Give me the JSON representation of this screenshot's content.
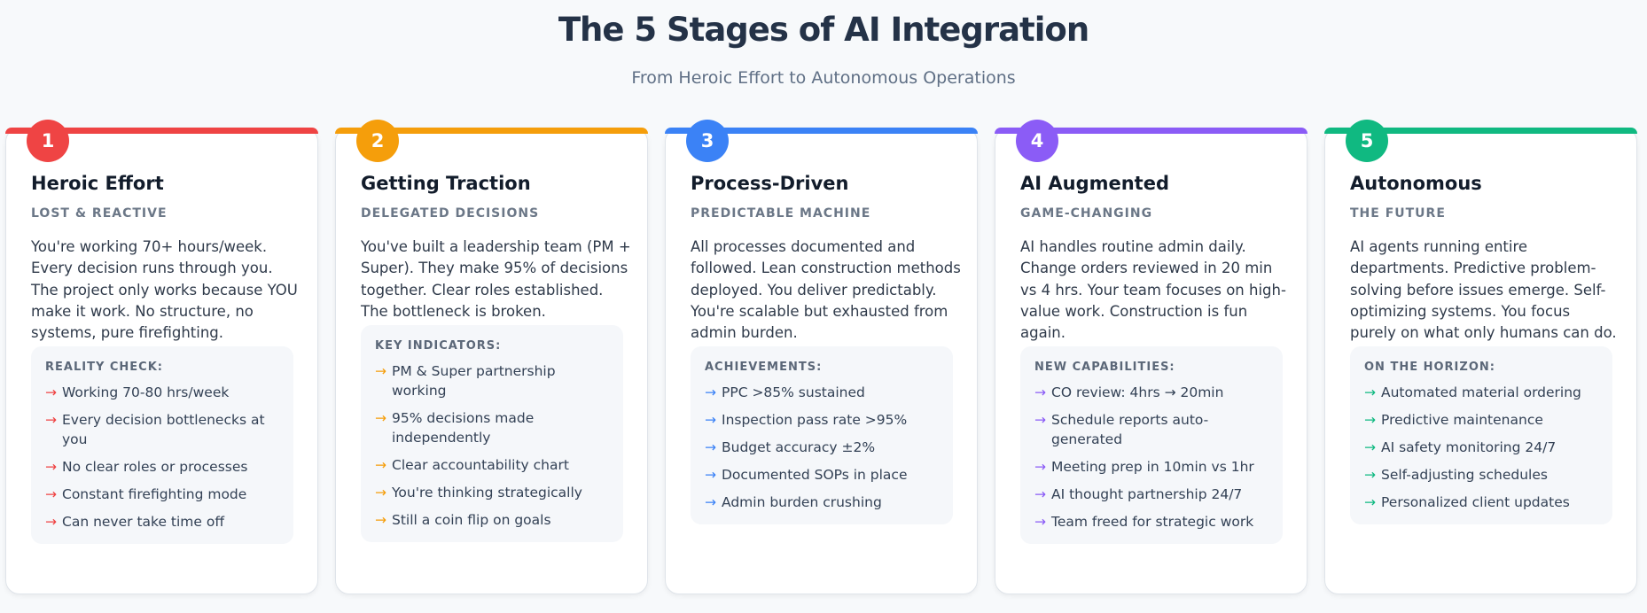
{
  "header": {
    "title": "The 5 Stages of AI Integration",
    "subtitle": "From Heroic Effort to Autonomous Operations"
  },
  "stages": [
    {
      "number": "1",
      "title": "Heroic Effort",
      "subtitle": "LOST & REACTIVE",
      "description": "You're working 70+ hours/week. Every decision runs through you. The project only works because YOU make it work. No structure, no systems, pure firefighting.",
      "box_title": "REALITY CHECK:",
      "items": [
        "Working 70-80 hrs/week",
        "Every decision bottlenecks at you",
        "No clear roles or processes",
        "Constant firefighting mode",
        "Can never take time off"
      ],
      "color": "#ef4444",
      "arrow_icon": "→"
    },
    {
      "number": "2",
      "title": "Getting Traction",
      "subtitle": "DELEGATED DECISIONS",
      "description": "You've built a leadership team (PM + Super). They make 95% of decisions together. Clear roles established. The bottleneck is broken.",
      "box_title": "KEY INDICATORS:",
      "items": [
        "PM & Super partnership working",
        "95% decisions made independently",
        "Clear accountability chart",
        "You're thinking strategically",
        "Still a coin flip on goals"
      ],
      "color": "#f59e0b",
      "arrow_icon": "→"
    },
    {
      "number": "3",
      "title": "Process-Driven",
      "subtitle": "PREDICTABLE MACHINE",
      "description": "All processes documented and followed. Lean construction methods deployed. You deliver predictably. You're scalable but exhausted from admin burden.",
      "box_title": "ACHIEVEMENTS:",
      "items": [
        "PPC >85% sustained",
        "Inspection pass rate >95%",
        "Budget accuracy ±2%",
        "Documented SOPs in place",
        "Admin burden crushing"
      ],
      "color": "#3b82f6",
      "arrow_icon": "→"
    },
    {
      "number": "4",
      "title": "AI Augmented",
      "subtitle": "GAME-CHANGING",
      "description": "AI handles routine admin daily. Change orders reviewed in 20 min vs 4 hrs. Your team focuses on high-value work. Construction is fun again.",
      "box_title": "NEW CAPABILITIES:",
      "items": [
        "CO review: 4hrs → 20min",
        "Schedule reports auto-generated",
        "Meeting prep in 10min vs 1hr",
        "AI thought partnership 24/7",
        "Team freed for strategic work"
      ],
      "color": "#8b5cf6",
      "arrow_icon": "→"
    },
    {
      "number": "5",
      "title": "Autonomous",
      "subtitle": "THE FUTURE",
      "description": "AI agents running entire departments. Predictive problem-solving before issues emerge. Self-optimizing systems. You focus purely on what only humans can do.",
      "box_title": "ON THE HORIZON:",
      "items": [
        "Automated material ordering",
        "Predictive maintenance",
        "AI safety monitoring 24/7",
        "Self-adjusting schedules",
        "Personalized client updates"
      ],
      "color": "#10b981",
      "arrow_icon": "→"
    }
  ]
}
